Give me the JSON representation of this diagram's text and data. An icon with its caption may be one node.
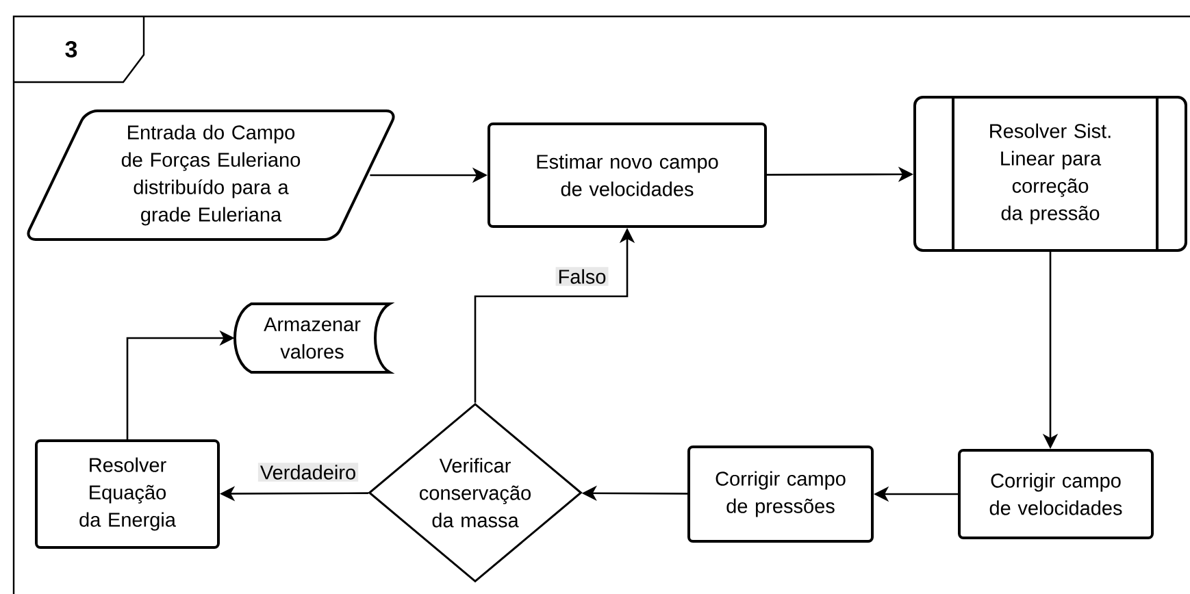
{
  "diagram": {
    "nodes": [
      {
        "text": [
          "3"
        ]
      },
      {
        "text": [
          "Entrada do Campo de Forças Euleriano distribuído para a grade Euleriana"
        ],
        "in": 0
      },
      {
        "text": [
          "Estimar novo campo de velocidades"
        ],
        "in": 0
      },
      {
        "text": [
          "Resolver Sist. Linear para correção da pressão"
        ],
        "in": 0
      },
      {
        "text": [
          "Armazenar valores"
        ],
        "in": 0
      },
      {
        "text": [
          "Resolver Equação da Energia"
        ],
        "in": 0
      },
      {
        "text": [
          "Verificar conservação da massa"
        ],
        "in": 0
      },
      {
        "text": [
          "Corrigir campo de pressões"
        ],
        "in": 0
      },
      {
        "text": [
          "Corrigir campo de velocidades"
        ],
        "in": 0
      }
    ],
    "edges": [
      {
        "from": 1,
        "to": 2,
        "arrow": "to"
      },
      {
        "from": 2,
        "to": 3,
        "arrow": "to"
      },
      {
        "from": 3,
        "to": 8,
        "arrow": "to"
      },
      {
        "from": 8,
        "to": 7,
        "arrow": "to"
      },
      {
        "from": 7,
        "to": 6,
        "arrow": "to"
      },
      {
        "from": 6,
        "to": 2,
        "arrow": "to",
        "label": "Falso"
      },
      {
        "from": 6,
        "to": 5,
        "arrow": "to",
        "label": "Verdadeiro"
      },
      {
        "from": 5,
        "to": 4,
        "arrow": "to"
      }
    ]
  }
}
